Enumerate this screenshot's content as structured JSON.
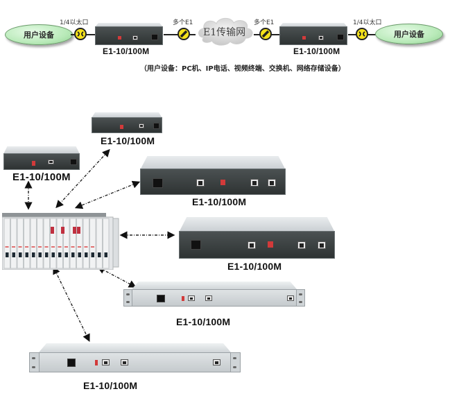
{
  "topology": {
    "left_user": "用户设备",
    "right_user": "用户设备",
    "ethernet_port_label_left": "1/4以太口",
    "ethernet_port_label_right": "1/4以太口",
    "e1_label_left": "多个E1",
    "e1_label_right": "多个E1",
    "network_label": "E1传输网",
    "device_left_model": "E1-10/100M",
    "device_right_model": "E1-10/100M",
    "caption": "（用户设备：PC机、IP电话、视频终端、交换机、网络存储设备）"
  },
  "devices": [
    {
      "id": "desktop-top",
      "model": "E1-10/100M"
    },
    {
      "id": "desktop-left",
      "model": "E1-10/100M"
    },
    {
      "id": "desktop-dual-port",
      "model": "E1-10/100M"
    },
    {
      "id": "desktop-dual-port-2",
      "model": "E1-10/100M"
    },
    {
      "id": "rack-1u-a",
      "model": "E1-10/100M"
    },
    {
      "id": "rack-1u-b",
      "model": "E1-10/100M"
    }
  ],
  "colors": {
    "connector_yellow": "#f5e21a",
    "user_ellipse_green": "#b9eab9",
    "device_front_dark": "#2e3333",
    "dip_switch_red": "#d23a3a"
  }
}
